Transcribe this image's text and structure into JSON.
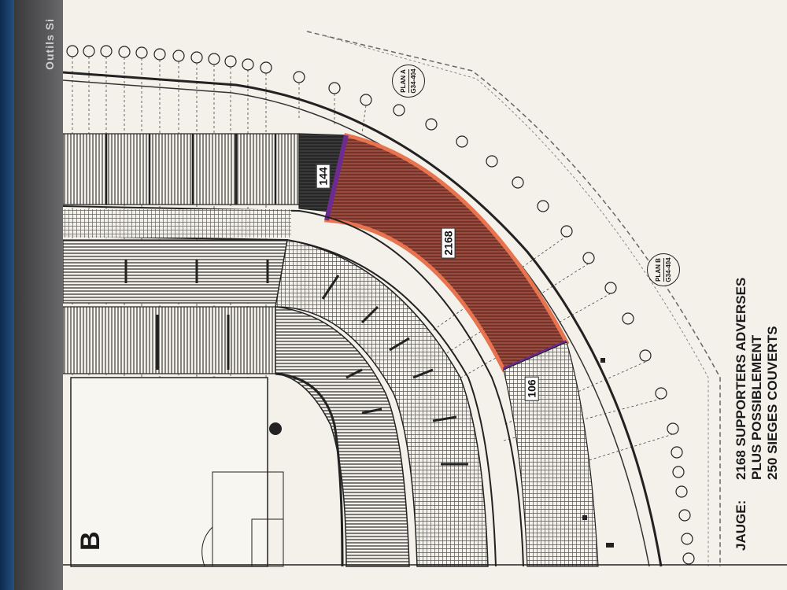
{
  "app": {
    "menu_label": "Outils  Si"
  },
  "sections": {
    "s144": "144",
    "s2168": "2168",
    "s106": "106"
  },
  "plans": [
    {
      "title": "PLAN A",
      "ref": "G34-404"
    },
    {
      "title": "PLAN B",
      "ref": "G34-404"
    }
  ],
  "zone_letter": "B",
  "capacity": {
    "heading": "JAUGE:",
    "line1": "2168 SUPPORTERS ADVERSES",
    "line2": "PLUS POSSIBLEMENT",
    "line3": "250 SIEGES COUVERTS"
  },
  "colors": {
    "highlight_fill": "#9b4a3e",
    "highlight_border": "#e8734f",
    "edge_purple": "#6d2b8f",
    "paper": "#f3f1ea",
    "ink": "#222222"
  }
}
